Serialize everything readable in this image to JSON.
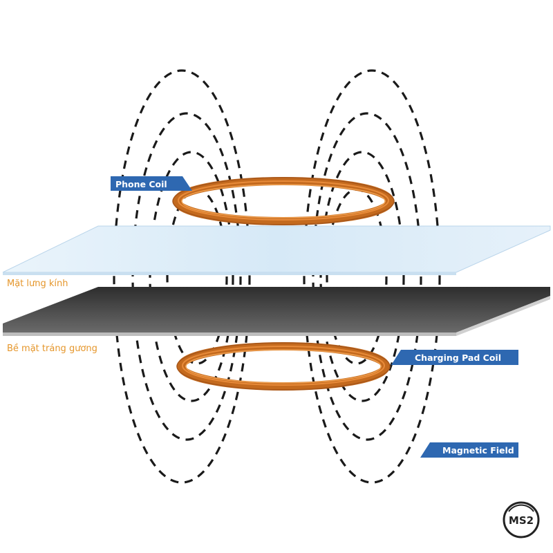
{
  "labels": {
    "phone_coil": "Phone Coil",
    "charging_pad_coil": "Charging Pad Coil",
    "magnetic_field": "Magnetic Field",
    "glass_back": "Mặt lưng kính",
    "mirror_surface": "Bề mặt tráng gương"
  },
  "logo": {
    "text": "MS2"
  },
  "colors": {
    "callout_bg": "#2e68b1",
    "callout_text": "#ffffff",
    "surface_label": "#e5962b",
    "coil_copper": "#c46a1e",
    "coil_highlight": "#f0a050",
    "glass_fill": "#dcecf8",
    "glass_edge": "#b9d4ea",
    "pad_dark": "#3a3a3a",
    "pad_edge": "#bdbdbd",
    "field_line": "#1a1a1a"
  }
}
